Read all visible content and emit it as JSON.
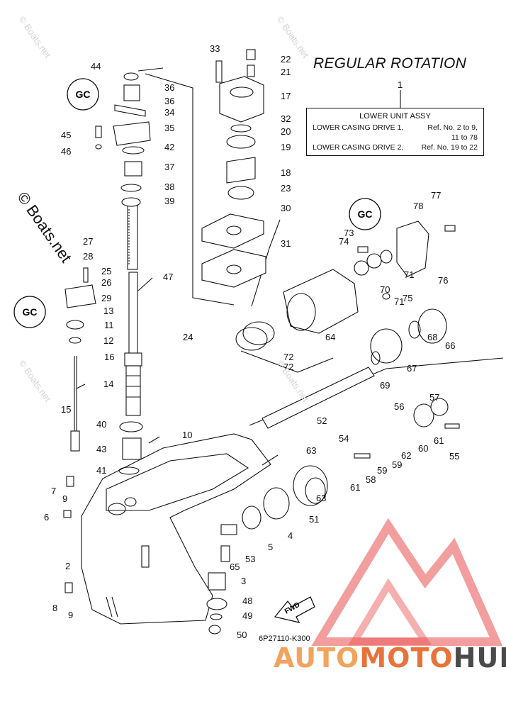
{
  "title": "REGULAR ROTATION",
  "assembly_box": {
    "ref": "1",
    "header": "LOWER UNIT ASSY",
    "line1_left": "LOWER CASING DRIVE 1,",
    "line1_right": "Ref. No. 2 to 9,",
    "line2_right": "11 to 78",
    "line3_left": "LOWER CASING DRIVE 2,",
    "line3_right": "Ref. No. 19 to 22"
  },
  "diagram_code": "6P27110-K300",
  "watermark": "© Boats.net",
  "ghost_watermark": "© Boats.net",
  "brand": {
    "part1": "AUTO",
    "part2": "MOTO",
    "part3": "HUB",
    "colors": [
      "#f2a35e",
      "#e8733a",
      "#4a4a4a"
    ]
  },
  "fwd_label": "FWD",
  "seal_label": "GC",
  "parts": [
    "2",
    "3",
    "4",
    "5",
    "6",
    "7",
    "8",
    "9",
    "9",
    "10",
    "11",
    "12",
    "13",
    "14",
    "15",
    "16",
    "17",
    "18",
    "19",
    "20",
    "21",
    "22",
    "23",
    "24",
    "25",
    "26",
    "27",
    "28",
    "29",
    "30",
    "31",
    "32",
    "33",
    "34",
    "35",
    "36",
    "36",
    "37",
    "38",
    "39",
    "40",
    "41",
    "42",
    "43",
    "44",
    "45",
    "46",
    "47",
    "48",
    "49",
    "50",
    "51",
    "52",
    "53",
    "54",
    "55",
    "56",
    "57",
    "58",
    "59",
    "59",
    "60",
    "61",
    "61",
    "62",
    "63",
    "63",
    "64",
    "65",
    "66",
    "67",
    "68",
    "69",
    "70",
    "71",
    "71",
    "72",
    "72",
    "73",
    "74",
    "75",
    "76",
    "77",
    "78"
  ]
}
